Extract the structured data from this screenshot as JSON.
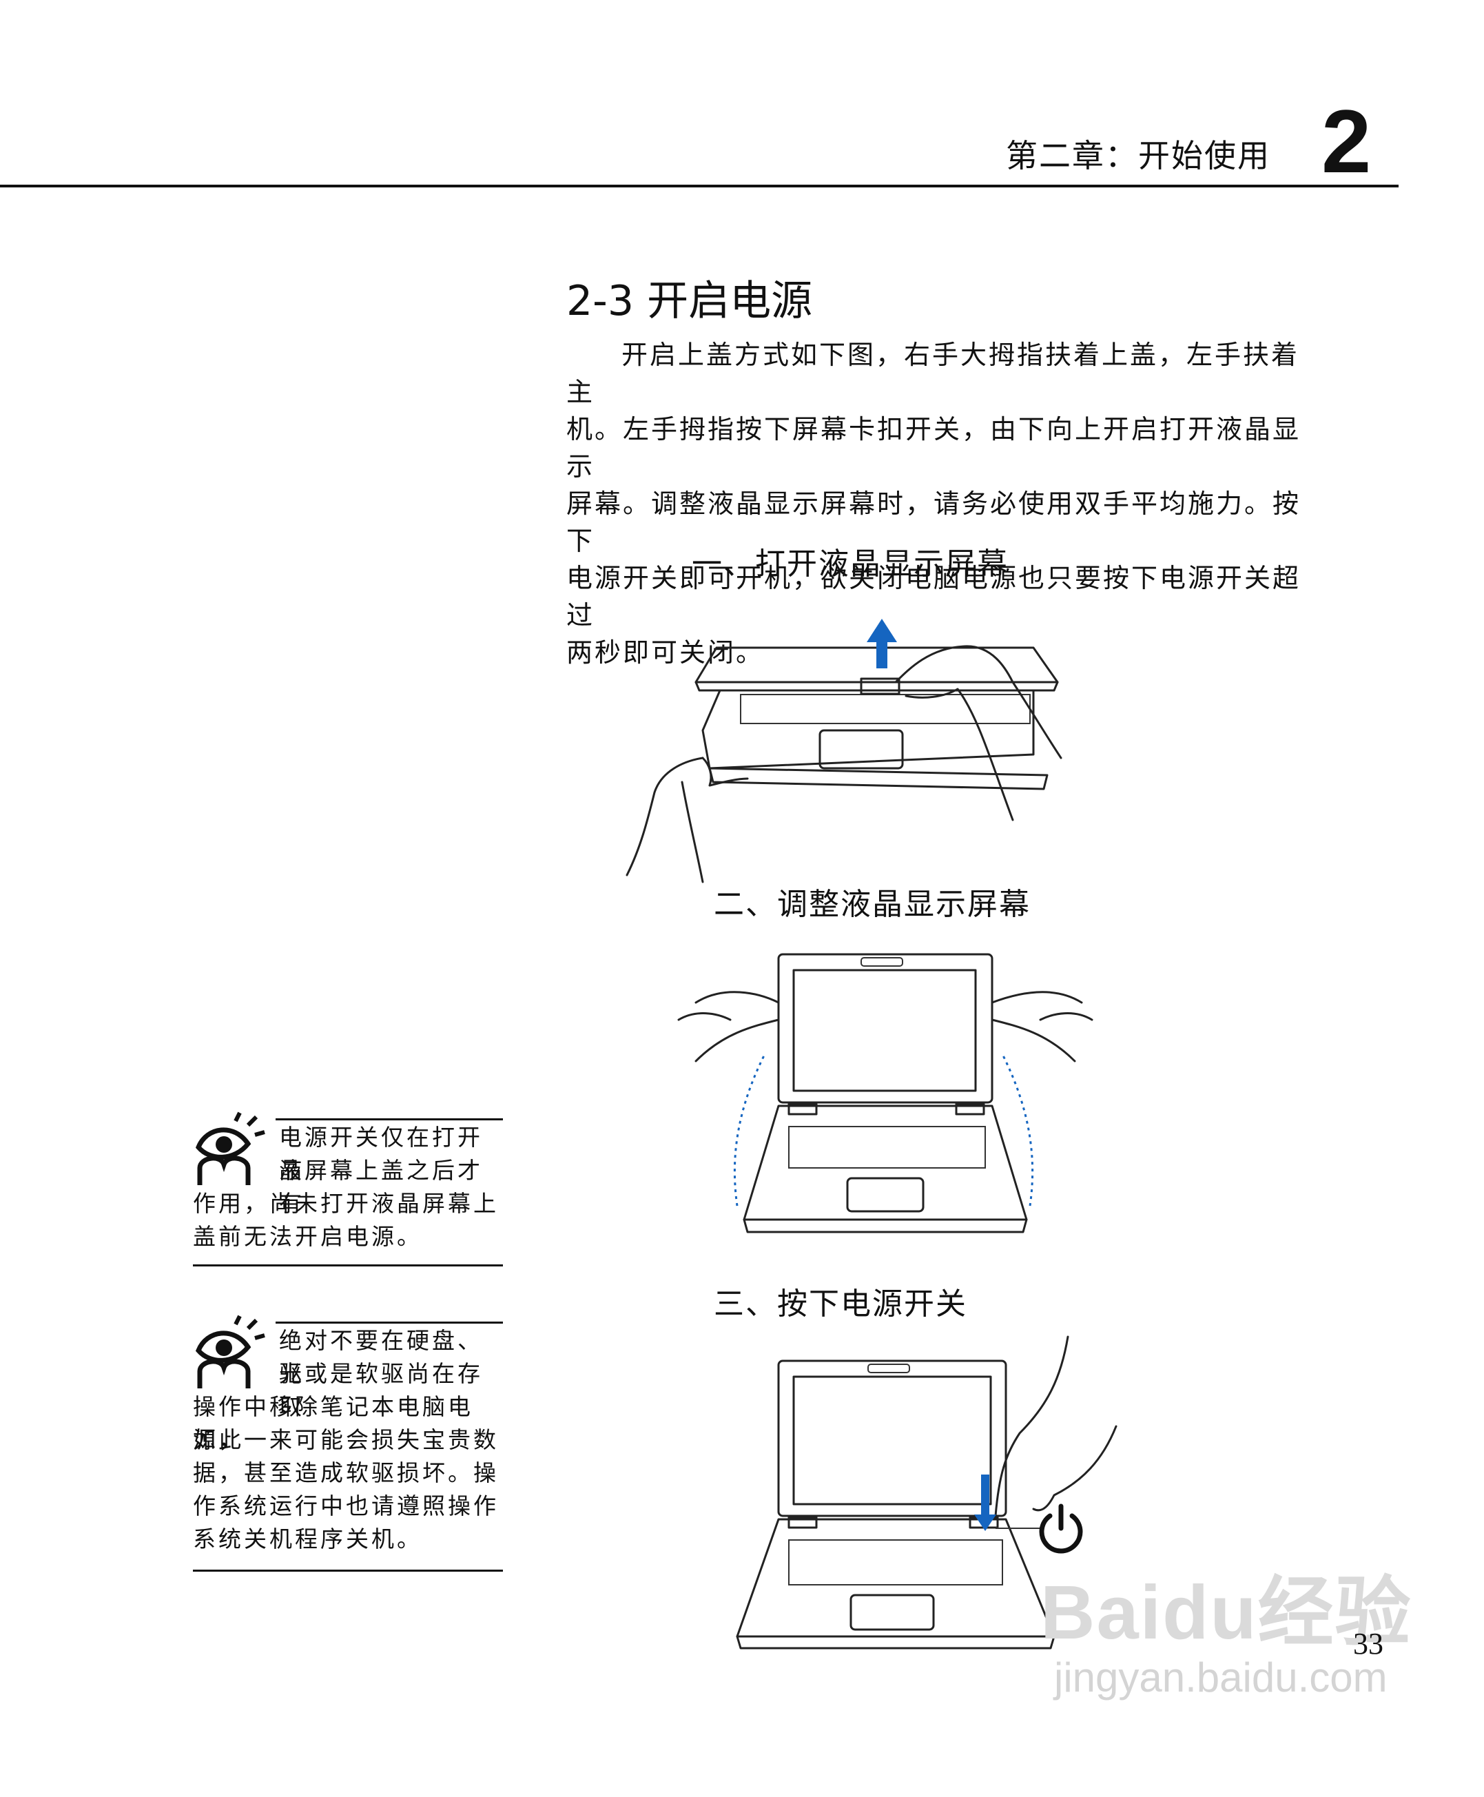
{
  "header": {
    "chapter_title": "第二章：开始使用",
    "chapter_number": "2"
  },
  "section": {
    "title": "2-3 开启电源",
    "paragraph_lines": [
      "开启上盖方式如下图，右手大拇指扶着上盖，左手扶着主",
      "机。左手拇指按下屏幕卡扣开关，由下向上开启打开液晶显示",
      "屏幕。调整液晶显示屏幕时，请务必使用双手平均施力。按下",
      "电源开关即可开机，欲关闭电脑电源也只要按下电源开关超过",
      "两秒即可关闭。"
    ]
  },
  "figures": {
    "caption_1": "一、打开液晶显示屏幕",
    "caption_2": "二、调整液晶显示屏幕",
    "caption_3": "三、按下电源开关"
  },
  "notes": [
    {
      "icon": "eye-icon",
      "lines": [
        "电源开关仅在打开液",
        "晶屏幕上盖之后才有",
        "作用，尚未打开液晶屏幕上",
        "盖前无法开启电源。"
      ]
    },
    {
      "icon": "eye-icon",
      "lines": [
        "绝对不要在硬盘、光",
        "驱或是软驱尚在存取",
        "操作中移除笔记本电脑电源，",
        "如此一来可能会损失宝贵数",
        "据，甚至造成软驱损坏。操",
        "作系统运行中也请遵照操作",
        "系统关机程序关机。"
      ]
    }
  ],
  "page_number": "33",
  "watermark": {
    "brand": "Baidu经验",
    "url": "jingyan.baidu.com"
  },
  "colors": {
    "arrow_blue": "#1565c0",
    "ink": "#111111"
  }
}
